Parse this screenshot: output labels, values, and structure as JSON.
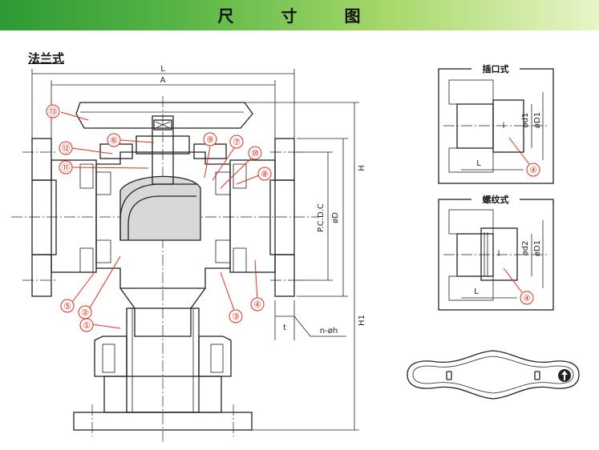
{
  "banner": {
    "title": "尺 寸 图",
    "colors": [
      "#2e9a34",
      "#e8f5c8"
    ]
  },
  "flange_section": {
    "label": "法兰式"
  },
  "dimensions": {
    "L": "L",
    "A": "A",
    "H": "H",
    "H1": "H1",
    "pcd": "P.C.D.C",
    "od": "øD",
    "t": "t",
    "holes": "n-øh"
  },
  "callouts": [
    "①",
    "②",
    "③",
    "④",
    "⑤",
    "⑥",
    "⑦",
    "⑧",
    "⑨",
    "⑩",
    "⑪",
    "⑫",
    "⑬"
  ],
  "socket_panel": {
    "title": "插口式",
    "d": "ød1",
    "D": "øD1",
    "l": "l",
    "L": "L",
    "callout": "④"
  },
  "thread_panel": {
    "title": "螺纹式",
    "d": "ød2",
    "D": "øD1",
    "l": "l",
    "L": "L",
    "callout": "④"
  }
}
